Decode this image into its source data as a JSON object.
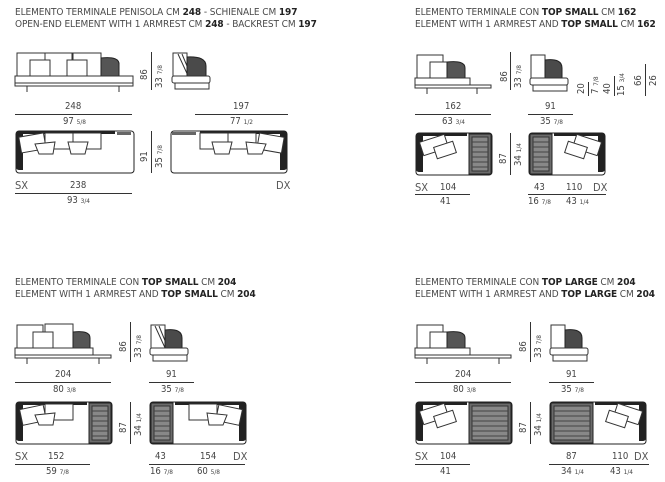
{
  "panels": [
    {
      "id": "penisola",
      "title_it": {
        "pre": "ELEMENTO TERMINALE PENISOLA CM ",
        "v1": "248",
        "mid": " - SCHIENALE CM ",
        "v2": "197"
      },
      "title_en": {
        "pre": "OPEN-END ELEMENT WITH 1 ARMREST CM ",
        "v1": "248",
        "mid": " - BACKREST CM ",
        "v2": "197"
      },
      "height_cm": "86",
      "height_in": "33",
      "height_in_frac": "7/8",
      "width_front": {
        "cm": "248",
        "in": "97",
        "frac": "5/8"
      },
      "width_side": {
        "cm": "197",
        "in": "77",
        "frac": "1/2"
      },
      "depth": {
        "cm": "91",
        "in": "35",
        "frac": "7/8"
      },
      "plan_left": {
        "side": "SX",
        "cm": "238",
        "in": "93",
        "frac": "3/4"
      },
      "plan_right": {
        "side": "DX"
      }
    },
    {
      "id": "top-small-162",
      "title_it": {
        "pre": "ELEMENTO TERMINALE CON ",
        "bold": "TOP SMALL",
        "mid": " CM ",
        "v": "162"
      },
      "title_en": {
        "pre": "ELEMENT WITH 1 ARMREST AND ",
        "bold": "TOP SMALL",
        "mid": " CM ",
        "v": "162"
      },
      "height_cm": "86",
      "height_in": "33",
      "height_in_frac": "7/8",
      "seat_dims": [
        {
          "cm": "20",
          "in": "7",
          "frac": "7/8"
        },
        {
          "cm": "40",
          "in": "15",
          "frac": "3/4"
        },
        {
          "cm": "66",
          "in": "26",
          "frac": ""
        }
      ],
      "width_front": {
        "cm": "162",
        "in": "63",
        "frac": "3/4"
      },
      "width_side": {
        "cm": "91",
        "in": "35",
        "frac": "7/8"
      },
      "depth": {
        "cm": "87",
        "in": "34",
        "frac": "1/4"
      },
      "plan_left": {
        "side": "SX",
        "cm": "104",
        "in": "41",
        "frac": ""
      },
      "plan_right": {
        "side": "DX",
        "top_cm": "43",
        "top_in": "16",
        "top_frac": "7/8",
        "cm": "110",
        "in": "43",
        "frac": "1/4"
      }
    },
    {
      "id": "top-small-204",
      "title_it": {
        "pre": "ELEMENTO TERMINALE CON ",
        "bold": "TOP SMALL",
        "mid": " CM ",
        "v": "204"
      },
      "title_en": {
        "pre": "ELEMENT WITH 1 ARMREST AND ",
        "bold": "TOP SMALL",
        "mid": " CM ",
        "v": "204"
      },
      "height_cm": "86",
      "height_in": "33",
      "height_in_frac": "7/8",
      "width_front": {
        "cm": "204",
        "in": "80",
        "frac": "3/8"
      },
      "width_side": {
        "cm": "91",
        "in": "35",
        "frac": "7/8"
      },
      "depth": {
        "cm": "87",
        "in": "34",
        "frac": "1/4"
      },
      "plan_left": {
        "side": "SX",
        "cm": "152",
        "in": "59",
        "frac": "7/8"
      },
      "plan_right": {
        "side": "DX",
        "top_cm": "43",
        "top_in": "16",
        "top_frac": "7/8",
        "cm": "154",
        "in": "60",
        "frac": "5/8"
      }
    },
    {
      "id": "top-large-204",
      "title_it": {
        "pre": "ELEMENTO TERMINALE CON ",
        "bold": "TOP LARGE",
        "mid": " CM ",
        "v": "204"
      },
      "title_en": {
        "pre": "ELEMENT WITH 1 ARMREST AND ",
        "bold": "TOP LARGE",
        "mid": " CM ",
        "v": "204"
      },
      "height_cm": "86",
      "height_in": "33",
      "height_in_frac": "7/8",
      "width_front": {
        "cm": "204",
        "in": "80",
        "frac": "3/8"
      },
      "width_side": {
        "cm": "91",
        "in": "35",
        "frac": "7/8"
      },
      "depth": {
        "cm": "87",
        "in": "34",
        "frac": "1/4"
      },
      "plan_left": {
        "side": "SX",
        "cm": "104",
        "in": "41",
        "frac": ""
      },
      "plan_right": {
        "side": "DX",
        "top_cm": "87",
        "top_in": "34",
        "top_frac": "1/4",
        "cm": "110",
        "in": "43",
        "frac": "1/4"
      }
    }
  ],
  "colors": {
    "line": "#333333",
    "top_fill": "#6b6b6b",
    "weave": "#2a2a2a",
    "cushion": "#ffffff"
  }
}
